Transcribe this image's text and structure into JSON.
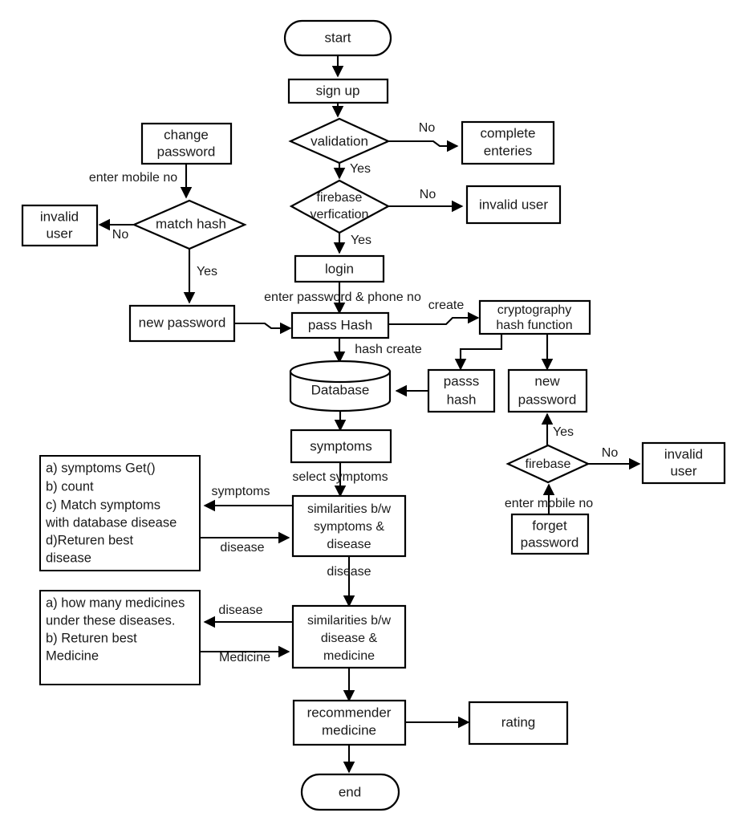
{
  "diagram": {
    "title": "Medicine recommender system signup / login flowchart",
    "background": "#ffffff",
    "stroke_color": "#000000",
    "text_color": "#1a1a1a"
  },
  "nodes": {
    "start": {
      "label": "start",
      "shape": "terminator"
    },
    "sign_up": {
      "label": "sign up",
      "shape": "process"
    },
    "validation": {
      "label": "validation",
      "shape": "decision"
    },
    "complete_enteries": {
      "line1": "complete",
      "line2": "enteries",
      "shape": "process"
    },
    "firebase_verfication": {
      "line1": "firebase",
      "line2": "verfication",
      "shape": "decision"
    },
    "invalid_user_top": {
      "label": "invalid user",
      "shape": "process"
    },
    "login": {
      "label": "login",
      "shape": "process"
    },
    "change_password": {
      "line1": "change",
      "line2": "password",
      "shape": "process"
    },
    "match_hash": {
      "label": "match hash",
      "shape": "decision"
    },
    "invalid_user_left": {
      "line1": "invalid",
      "line2": "user",
      "shape": "process"
    },
    "new_password_left": {
      "label": "new password",
      "shape": "process"
    },
    "pass_hash": {
      "label": "pass Hash",
      "shape": "process"
    },
    "cryptography_hash_function": {
      "line1": "cryptography",
      "line2": "hash function",
      "shape": "process"
    },
    "passs_hash": {
      "line1": "passs",
      "line2": "hash",
      "shape": "process"
    },
    "new_password_right": {
      "line1": "new",
      "line2": "password",
      "shape": "process"
    },
    "database": {
      "label": "Database",
      "shape": "cylinder"
    },
    "firebase": {
      "label": "firebase",
      "shape": "decision"
    },
    "invalid_user_right": {
      "line1": "invalid",
      "line2": "user",
      "shape": "process"
    },
    "forget_password": {
      "line1": "forget",
      "line2": "password",
      "shape": "process"
    },
    "symptoms": {
      "label": "symptoms",
      "shape": "process"
    },
    "similarities_symptoms_disease": {
      "line1": "similarities b/w",
      "line2": "symptoms &",
      "line3": "disease",
      "shape": "process"
    },
    "similarities_disease_medicine": {
      "line1": "similarities b/w",
      "line2": "disease &",
      "line3": "medicine",
      "shape": "process"
    },
    "recommender_medicine": {
      "line1": "recommender",
      "line2": "medicine",
      "shape": "process"
    },
    "rating": {
      "label": "rating",
      "shape": "process"
    },
    "end": {
      "label": "end",
      "shape": "terminator"
    }
  },
  "notes": {
    "symptoms_note": {
      "lines": [
        "a) symptoms Get()",
        "b) count",
        "c) Match symptoms",
        "with database disease",
        "d)Returen best",
        "disease"
      ]
    },
    "medicine_note": {
      "lines": [
        "a) how many medicines",
        "under these diseases.",
        "b) Returen best",
        "Medicine"
      ]
    }
  },
  "edge_labels": {
    "validation_no": "No",
    "validation_yes": "Yes",
    "firebase_verfication_no": "No",
    "firebase_verfication_yes": "Yes",
    "change_password_enter_mobile": "enter mobile no",
    "match_hash_no": "No",
    "match_hash_yes": "Yes",
    "login_enter_password": "enter password & phone no",
    "pass_hash_create": "create",
    "pass_hash_create_label": "hash create",
    "firebase_yes": "Yes",
    "firebase_no": "No",
    "forget_password_enter_mobile": "enter mobile no",
    "select_symptoms": "select symptoms",
    "note_symptoms_out": "symptoms",
    "note_disease_in": "disease",
    "disease_flow": "disease",
    "note_disease_out": "disease",
    "note_medicine_in": "Medicine"
  }
}
